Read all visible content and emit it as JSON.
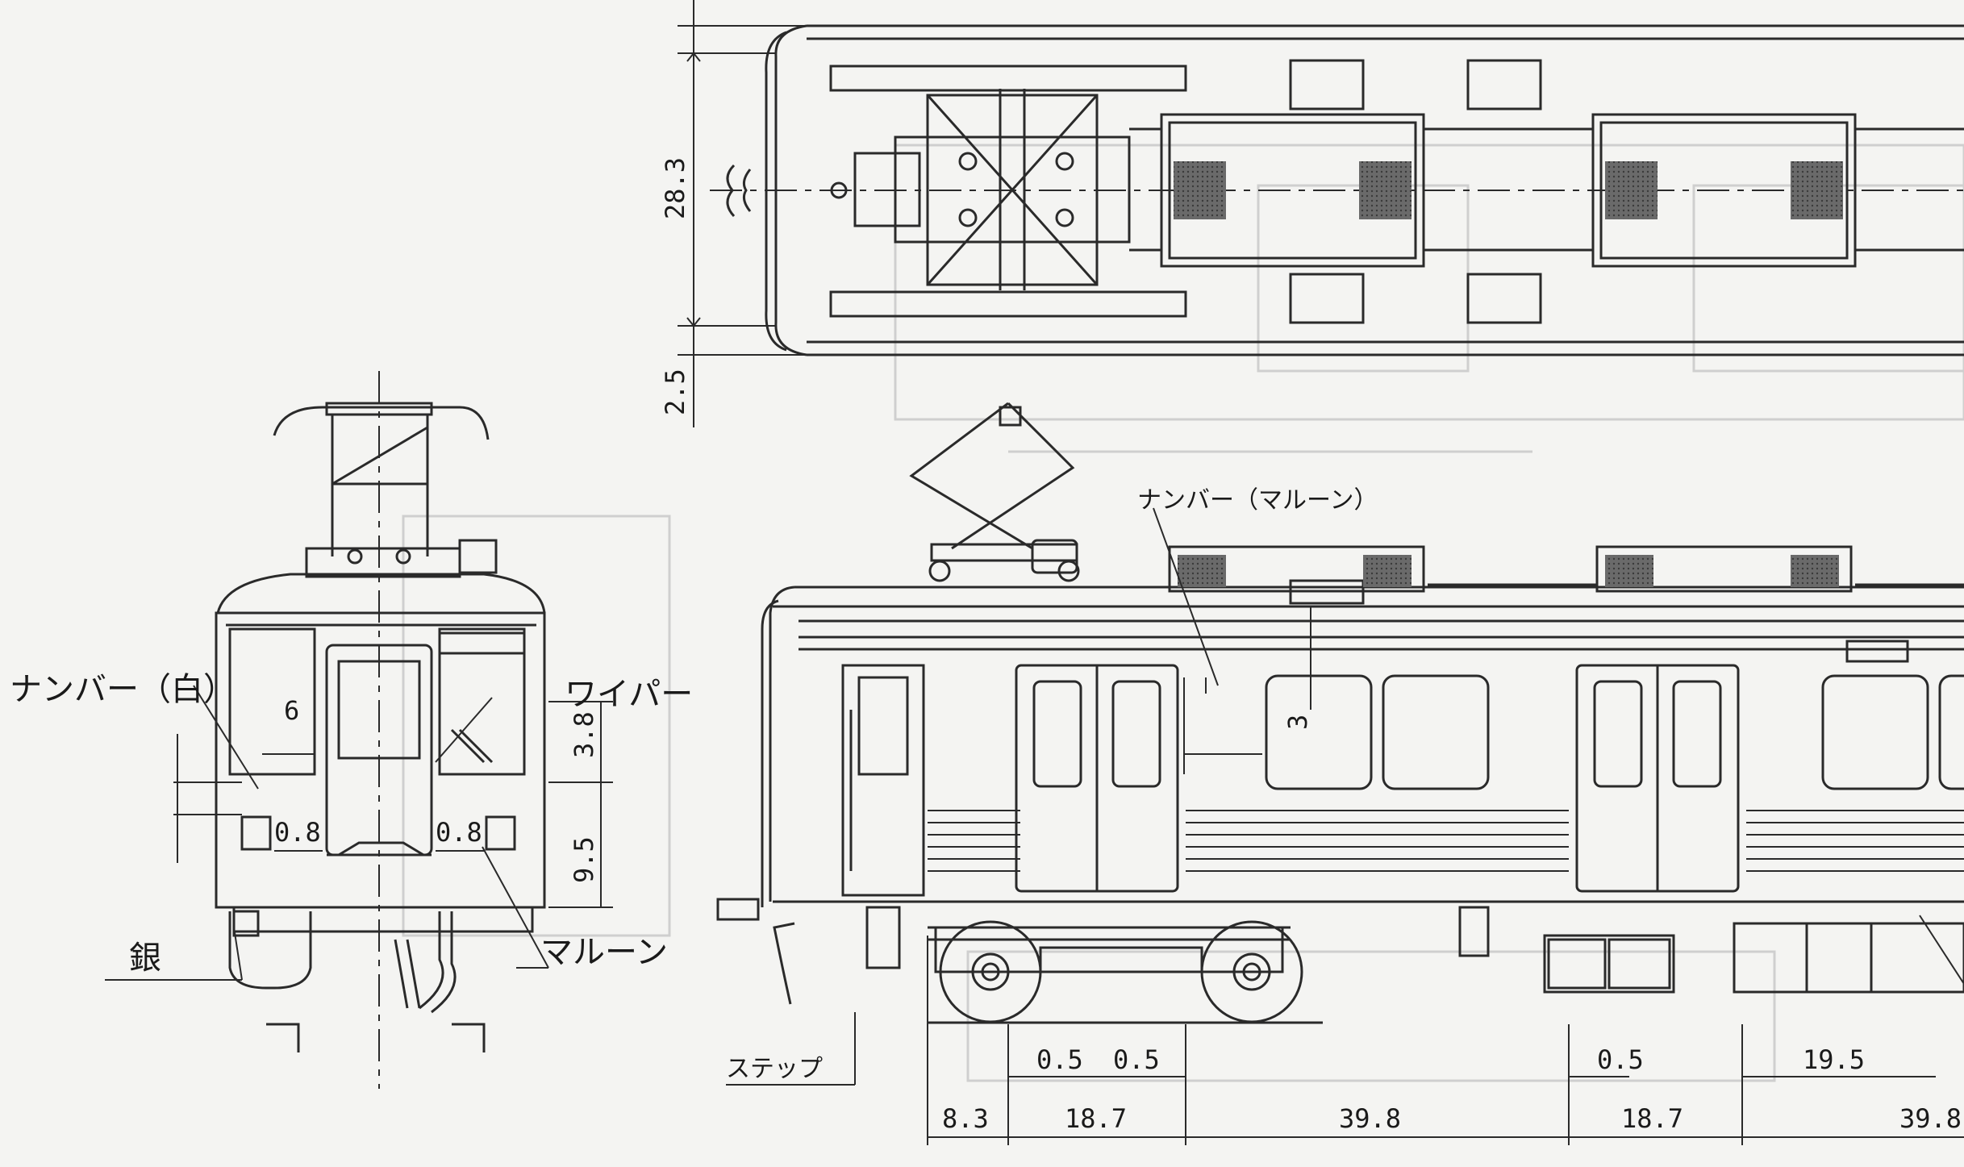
{
  "labels": {
    "number_white": "ナンバー（白）",
    "wiper": "ワイパー",
    "silver": "銀",
    "maroon": "マルーン",
    "number_maroon": "ナンバー（マルーン）",
    "step": "ステップ"
  },
  "dims": {
    "top_width": "28.3",
    "top_edge": "2.5",
    "front_number_width": "6",
    "front_offset_left": "0.8",
    "front_offset_right": "0.8",
    "front_height_upper": "3.8",
    "front_height_lower": "9.5",
    "side_number_height": "3",
    "bot_05_a": "0.5",
    "bot_05_b": "0.5",
    "bot_05_c": "0.5",
    "bot_195": "19.5",
    "bot_83": "8.3",
    "bot_187_a": "18.7",
    "bot_398_a": "39.8",
    "bot_187_b": "18.7",
    "bot_398_b": "39.8"
  },
  "colors": {
    "line": "#2a2a2a",
    "ghost": "#c9c9c9",
    "paper": "#f4f4f2",
    "dark_panel": "#555555"
  }
}
